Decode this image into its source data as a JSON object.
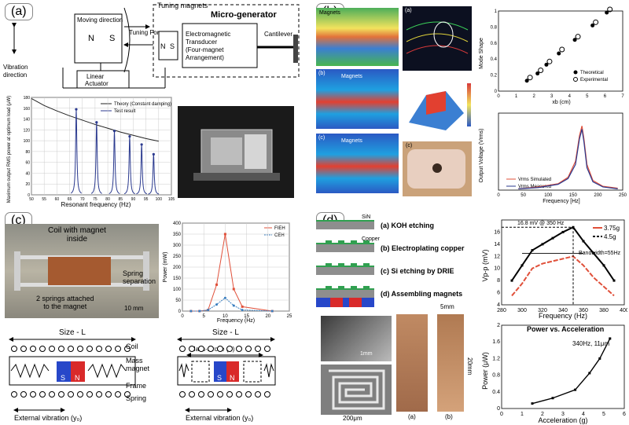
{
  "panels": {
    "a": {
      "label": "(a)",
      "schematic": {
        "moving_direction": "Moving direction",
        "tuning_magnets": "Tuning magnets",
        "micro_generator": "Micro-generator",
        "tuning_force": "Tuning Force",
        "transducer_lines": [
          "Electromagnetic",
          "Transducer",
          "(Four-magnet",
          "Arrangement)"
        ],
        "cantilever": "Cantilever",
        "vibration_direction": [
          "Vibration",
          "direction"
        ],
        "linear_actuator": [
          "Linear",
          "Actuator"
        ],
        "pole_n": "N",
        "pole_s": "S"
      },
      "chart_data": {
        "type": "line",
        "xlabel": "Resonant frequency (Hz)",
        "ylabel": "Maximum output RMS power at optimum load (μW)",
        "xlim": [
          50,
          105
        ],
        "ylim": [
          0,
          180
        ],
        "x_ticks": [
          50,
          55,
          60,
          65,
          70,
          75,
          80,
          85,
          90,
          95,
          100,
          105
        ],
        "y_ticks": [
          0,
          20,
          40,
          60,
          80,
          100,
          120,
          140,
          160,
          180
        ],
        "legend": [
          "Theory (Constant damping)",
          "Test result"
        ],
        "theory_x": [
          50,
          55,
          60,
          65,
          70,
          75,
          80,
          85,
          90,
          95,
          100
        ],
        "theory_y": [
          178,
          165,
          155,
          146,
          138,
          130,
          123,
          116,
          110,
          104,
          99
        ],
        "peaks": [
          {
            "x": 67.6,
            "y": 158
          },
          {
            "x": 75.6,
            "y": 134
          },
          {
            "x": 82.6,
            "y": 118
          },
          {
            "x": 88.6,
            "y": 108
          },
          {
            "x": 93.3,
            "y": 93
          },
          {
            "x": 98.0,
            "y": 75
          }
        ]
      }
    },
    "b": {
      "label": "(b)",
      "sim_labels": {
        "magnets": "Magnets",
        "sub_a": "(a)",
        "sub_b": "(b)",
        "sub_c": "(c)"
      },
      "mode_shape_chart": {
        "type": "scatter",
        "xlabel": "xb (cm)",
        "ylabel": "Mode Shape",
        "xlim": [
          0,
          7
        ],
        "ylim": [
          0,
          1
        ],
        "x_ticks": [
          0,
          1,
          2,
          3,
          4,
          5,
          6,
          7
        ],
        "y_ticks": [
          0,
          0.2,
          0.4,
          0.6,
          0.8,
          1
        ],
        "legend": [
          "Theoretical",
          "Experimental"
        ],
        "theoretical": [
          {
            "x": 1.6,
            "y": 0.13
          },
          {
            "x": 2.2,
            "y": 0.22
          },
          {
            "x": 2.7,
            "y": 0.33
          },
          {
            "x": 3.4,
            "y": 0.47
          },
          {
            "x": 4.3,
            "y": 0.64
          },
          {
            "x": 5.3,
            "y": 0.82
          },
          {
            "x": 6.1,
            "y": 0.98
          }
        ],
        "experimental": [
          {
            "x": 1.6,
            "y": 0.15
          },
          {
            "x": 2.2,
            "y": 0.24
          },
          {
            "x": 2.7,
            "y": 0.35
          },
          {
            "x": 3.4,
            "y": 0.5
          },
          {
            "x": 4.3,
            "y": 0.66
          },
          {
            "x": 5.3,
            "y": 0.84
          },
          {
            "x": 6.1,
            "y": 1.0
          }
        ]
      },
      "voltage_chart": {
        "type": "line",
        "xlabel": "Frequency [Hz]",
        "ylabel": "Output Voltage (Vrms)",
        "xlim": [
          0,
          250
        ],
        "ylim": [
          0,
          1.2
        ],
        "x_ticks": [
          0,
          50,
          100,
          150,
          200,
          250
        ],
        "legend": [
          "Vrms Simulated",
          "Vrms Measured"
        ],
        "x": [
          40,
          80,
          120,
          140,
          155,
          163,
          168,
          172,
          178,
          190,
          210,
          240
        ],
        "simulated": [
          0.02,
          0.05,
          0.1,
          0.2,
          0.45,
          0.85,
          1.0,
          0.8,
          0.4,
          0.15,
          0.06,
          0.03
        ],
        "measured": [
          0.02,
          0.04,
          0.09,
          0.18,
          0.4,
          0.8,
          0.95,
          0.75,
          0.35,
          0.13,
          0.05,
          0.02
        ]
      }
    },
    "c": {
      "label": "(c)",
      "photo_labels": {
        "coil": [
          "Coil with magnet",
          "inside"
        ],
        "springs": [
          "2 springs attached",
          "to the magnet"
        ],
        "spring_sep": [
          "Spring",
          "separation"
        ],
        "scale": "10 mm"
      },
      "chart_data": {
        "type": "line",
        "xlabel": "Frequency (Hz)",
        "ylabel": "Power (mW)",
        "xlim": [
          0,
          25
        ],
        "ylim": [
          0,
          400
        ],
        "x_ticks": [
          0,
          5,
          10,
          15,
          20,
          25
        ],
        "y_ticks": [
          0,
          50,
          100,
          150,
          200,
          250,
          300,
          350,
          400
        ],
        "legend": [
          "FIEH",
          "CEH"
        ],
        "x": [
          2,
          4,
          6,
          8,
          10,
          12,
          14,
          21
        ],
        "fieh": [
          0,
          0,
          5,
          120,
          350,
          100,
          20,
          0
        ],
        "ceh": [
          0,
          0,
          5,
          30,
          60,
          25,
          5,
          0
        ]
      },
      "diagram": {
        "size": "Size - L",
        "coil": "Coil",
        "mass_magnet": [
          "Mass",
          "magnet"
        ],
        "frame": "Frame",
        "spring": "Spring",
        "mass_stroke": "Mass-stroke (S)",
        "external": "External vibration (y₀)",
        "pole_s": "S",
        "pole_n": "N"
      }
    },
    "d": {
      "label": "(d)",
      "process_steps": [
        "(a) KOH etching",
        "(b) Electroplating copper",
        "(c) Si etching by DRIE",
        "(d) Assembling magnets"
      ],
      "sin_label": "SiN",
      "copper_label": "Copper",
      "micro_labels": {
        "scale1": "1mm",
        "scale2": "200μm",
        "width": "5mm",
        "height": "20mm",
        "sub_a": "(a)",
        "sub_b": "(b)"
      },
      "vpp_chart": {
        "type": "line",
        "xlabel": "Frequency (Hz)",
        "ylabel": "Vp-p (mV)",
        "xlim": [
          280,
          400
        ],
        "ylim": [
          4,
          18
        ],
        "x_ticks": [
          280,
          290,
          300,
          310,
          320,
          330,
          340,
          350,
          360,
          370,
          380,
          390,
          400
        ],
        "y_ticks": [
          4,
          6,
          8,
          10,
          12,
          14,
          16
        ],
        "legend": [
          "3.75g",
          "4.5g"
        ],
        "annotation_peak": "16.8 mV @ 350 Hz",
        "annotation_bw": "Bandwidth=55Hz",
        "x": [
          290,
          300,
          310,
          320,
          330,
          340,
          350,
          360,
          370,
          380,
          390
        ],
        "series_375": [
          5.5,
          7.5,
          10,
          10.8,
          11.2,
          11.6,
          12,
          10.5,
          8.5,
          7,
          5.5
        ],
        "series_45": [
          8,
          10.5,
          13,
          14,
          15,
          16,
          16.8,
          14.5,
          12.5,
          10.5,
          8
        ]
      },
      "power_chart": {
        "type": "line",
        "title": "Power vs. Acceleration",
        "annotation": "340Hz, 11μm",
        "xlabel": "Acceleration (g)",
        "ylabel": "Power (μW)",
        "xlim": [
          0,
          6
        ],
        "ylim": [
          0,
          2
        ],
        "x_ticks": [
          0,
          1,
          2,
          3,
          4,
          5,
          6
        ],
        "y_ticks": [
          0,
          0.4,
          0.8,
          1.2,
          1.6,
          2
        ],
        "x": [
          1.5,
          2.5,
          3.6,
          4.3,
          4.8,
          5.3
        ],
        "y": [
          0.12,
          0.25,
          0.45,
          0.85,
          1.2,
          1.68
        ]
      }
    }
  },
  "colors": {
    "blue_series": "#2b3a8f",
    "red_series": "#e0503a",
    "black": "#000000",
    "magnet_red": "#d92a2a",
    "magnet_blue": "#2747c9"
  }
}
